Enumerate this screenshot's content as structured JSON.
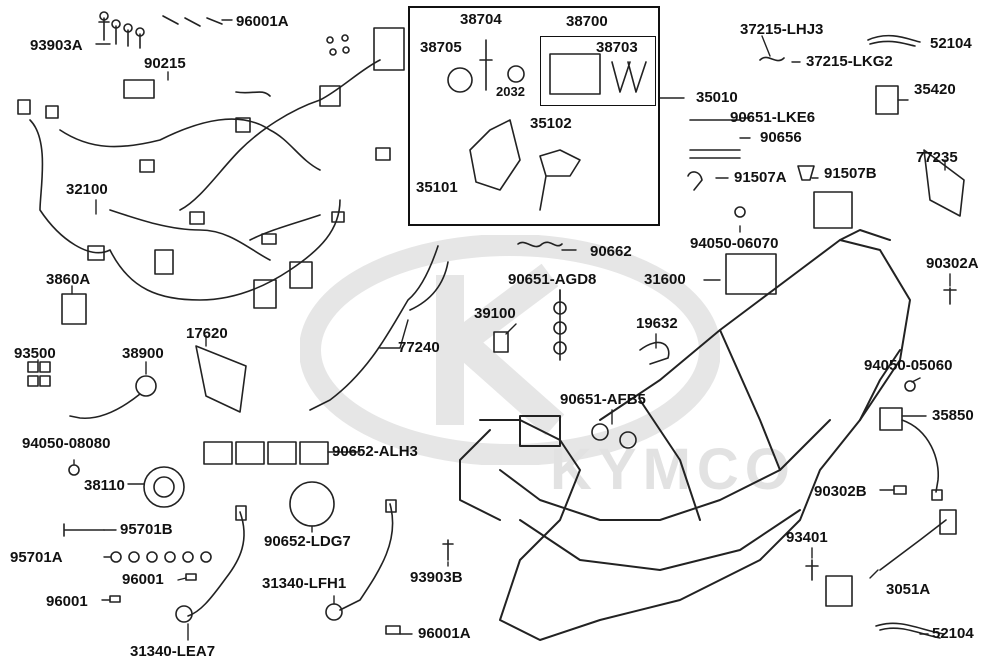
{
  "diagram": {
    "watermark": "KYMCO",
    "parts": [
      {
        "id": "p1",
        "label": "93903A"
      },
      {
        "id": "p2",
        "label": "96001A"
      },
      {
        "id": "p3",
        "label": "90215"
      },
      {
        "id": "p4",
        "label": "32100"
      },
      {
        "id": "p5",
        "label": "3860A"
      },
      {
        "id": "p6",
        "label": "17620"
      },
      {
        "id": "p7",
        "label": "93500"
      },
      {
        "id": "p8",
        "label": "38900"
      },
      {
        "id": "p9",
        "label": "94050-08080"
      },
      {
        "id": "p10",
        "label": "38110"
      },
      {
        "id": "p11",
        "label": "95701B"
      },
      {
        "id": "p12",
        "label": "95701A"
      },
      {
        "id": "p13",
        "label": "96001"
      },
      {
        "id": "p14",
        "label": "96001"
      },
      {
        "id": "p15",
        "label": "31340-LEA7"
      },
      {
        "id": "p16",
        "label": "31340-LFH1"
      },
      {
        "id": "p17",
        "label": "96001A"
      },
      {
        "id": "p18",
        "label": "90652-LDG7"
      },
      {
        "id": "p19",
        "label": "90652-ALH3"
      },
      {
        "id": "p20",
        "label": "93903B"
      },
      {
        "id": "p21",
        "label": "77240"
      },
      {
        "id": "p22",
        "label": "39100"
      },
      {
        "id": "p23",
        "label": "90651-AGD8"
      },
      {
        "id": "p24",
        "label": "90662"
      },
      {
        "id": "p25",
        "label": "19632"
      },
      {
        "id": "p26",
        "label": "90651-AFB5"
      },
      {
        "id": "p27",
        "label": "38704"
      },
      {
        "id": "p28",
        "label": "38700"
      },
      {
        "id": "p29",
        "label": "38705"
      },
      {
        "id": "p30",
        "label": "38703"
      },
      {
        "id": "p31",
        "label": "2032"
      },
      {
        "id": "p32",
        "label": "35102"
      },
      {
        "id": "p33",
        "label": "35101"
      },
      {
        "id": "p34",
        "label": "35010"
      },
      {
        "id": "p35",
        "label": "90651-LKE6"
      },
      {
        "id": "p36",
        "label": "90656"
      },
      {
        "id": "p37",
        "label": "91507A"
      },
      {
        "id": "p38",
        "label": "91507B"
      },
      {
        "id": "p39",
        "label": "37215-LHJ3"
      },
      {
        "id": "p40",
        "label": "37215-LKG2"
      },
      {
        "id": "p41",
        "label": "52104"
      },
      {
        "id": "p42",
        "label": "35420"
      },
      {
        "id": "p43",
        "label": "77235"
      },
      {
        "id": "p44",
        "label": "94050-06070"
      },
      {
        "id": "p45",
        "label": "31600"
      },
      {
        "id": "p46",
        "label": "90302A"
      },
      {
        "id": "p47",
        "label": "94050-05060"
      },
      {
        "id": "p48",
        "label": "35850"
      },
      {
        "id": "p49",
        "label": "90302B"
      },
      {
        "id": "p50",
        "label": "93401"
      },
      {
        "id": "p51",
        "label": "3051A"
      },
      {
        "id": "p52",
        "label": "52104"
      }
    ]
  }
}
